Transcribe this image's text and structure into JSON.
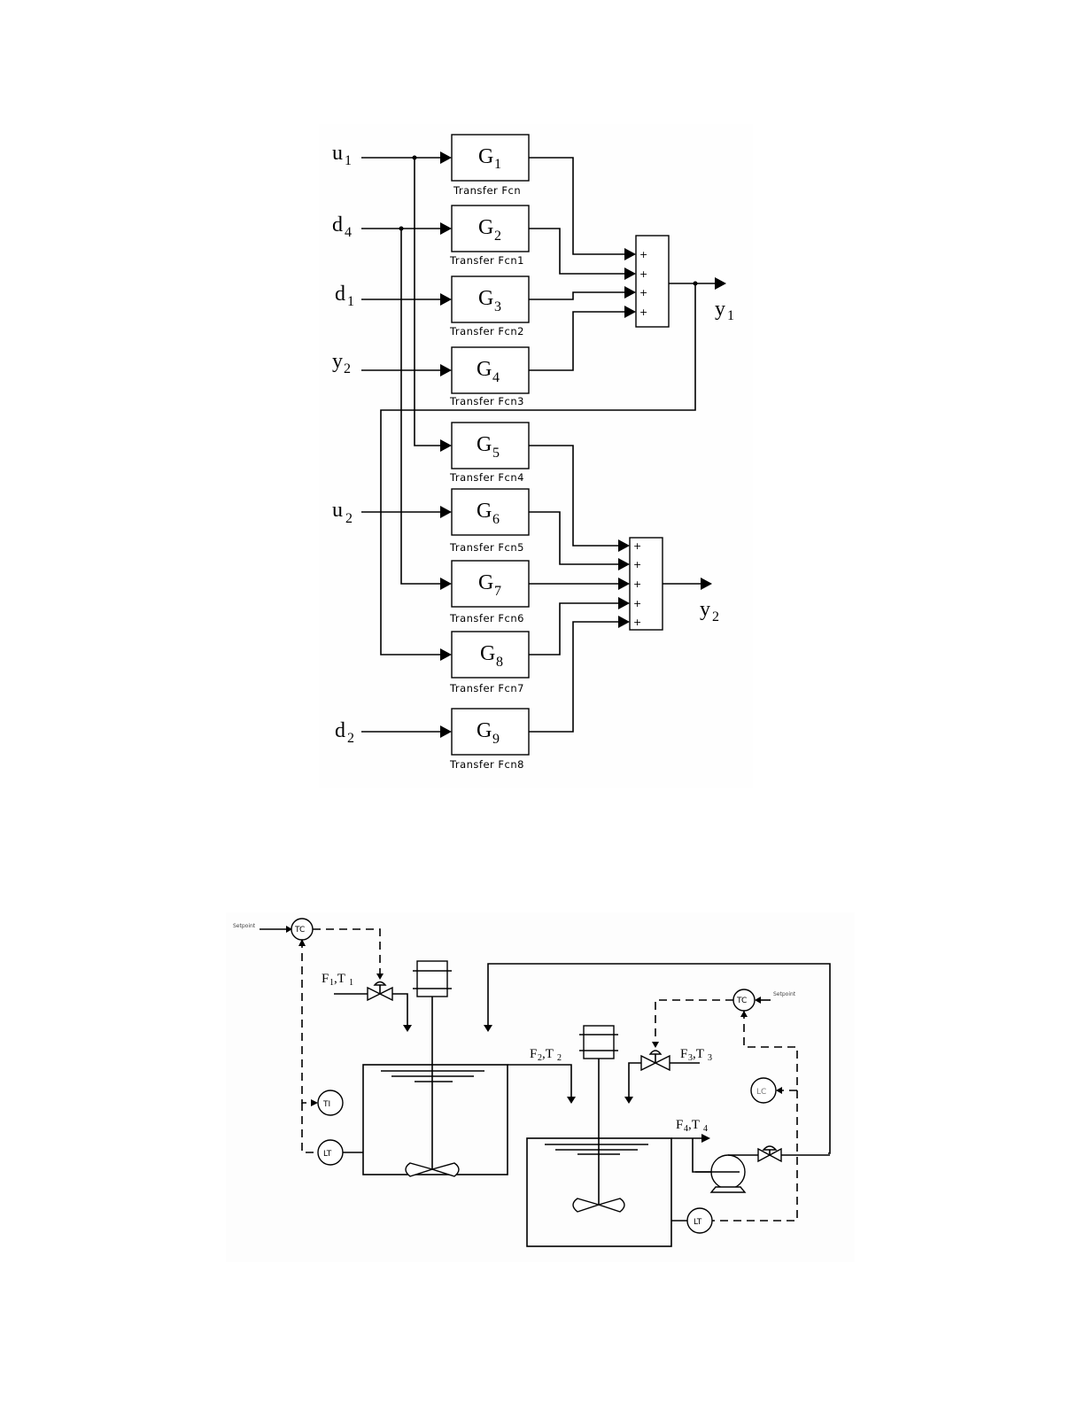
{
  "block_diagram": {
    "inputs": [
      {
        "label": "u",
        "sub": "1"
      },
      {
        "label": "d",
        "sub": "4"
      },
      {
        "label": "d",
        "sub": "1"
      },
      {
        "label": "y",
        "sub": "2"
      },
      {
        "label": "u",
        "sub": "2"
      },
      {
        "label": "d",
        "sub": "2"
      }
    ],
    "blocks": [
      {
        "label": "G",
        "sub": "1",
        "caption": "Transfer Fcn"
      },
      {
        "label": "G",
        "sub": "2",
        "caption": "Transfer Fcn1"
      },
      {
        "label": "G",
        "sub": "3",
        "caption": "Transfer Fcn2"
      },
      {
        "label": "G",
        "sub": "4",
        "caption": "Transfer Fcn3"
      },
      {
        "label": "G",
        "sub": "5",
        "caption": "Transfer Fcn4"
      },
      {
        "label": "G",
        "sub": "6",
        "caption": "Transfer Fcn5"
      },
      {
        "label": "G",
        "sub": "7",
        "caption": "Transfer Fcn6"
      },
      {
        "label": "G",
        "sub": "8",
        "caption": "Transfer Fcn7"
      },
      {
        "label": "G",
        "sub": "9",
        "caption": "Transfer Fcn8"
      }
    ],
    "sum_signs": "+",
    "outputs": [
      {
        "label": "y",
        "sub": "1"
      },
      {
        "label": "y",
        "sub": "2"
      }
    ]
  },
  "process_diagram": {
    "streams": [
      {
        "label": "F",
        "sub1": "1",
        "mid": ",T",
        "sub2": "1"
      },
      {
        "label": "F",
        "sub1": "2",
        "mid": ",T",
        "sub2": "2"
      },
      {
        "label": "F",
        "sub1": "3",
        "mid": ",T",
        "sub2": "3"
      },
      {
        "label": "F",
        "sub1": "4",
        "mid": ",T",
        "sub2": "4"
      }
    ],
    "instruments": {
      "tc1": "TC",
      "ti": "TI",
      "lt1": "LT",
      "tc2": "TC",
      "lt2": "LT",
      "extra": "LC"
    },
    "setpoint_label_1": "Setpoint",
    "setpoint_label_2": "Setpoint"
  }
}
